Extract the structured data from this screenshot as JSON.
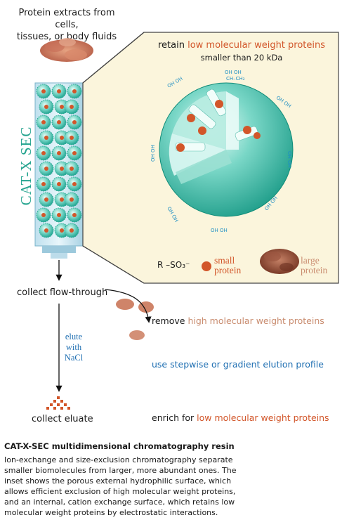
{
  "source": {
    "line1": "Protein extracts from cells,",
    "line2": "tissues, or body fluids"
  },
  "column": {
    "label": "CAT-X SEC"
  },
  "inset": {
    "title_prefix": "retain ",
    "title_highlight": "low molecular weight proteins",
    "subtitle": "smaller than 20 kDa",
    "legend": {
      "group_label": "R –SO₃⁻",
      "small_line1": "small",
      "small_line2": "protein",
      "large_line1": "large",
      "large_line2": "protein"
    }
  },
  "flow": {
    "collect_flow_through": "collect flow-through",
    "elute_line1": "elute",
    "elute_line2": "with",
    "elute_line3": "NaCl",
    "collect_eluate": "collect eluate"
  },
  "notes": {
    "remove_prefix": "remove ",
    "remove_highlight": "high molecular weight proteins",
    "gradient": "use stepwise or gradient elution profile",
    "enrich_prefix": "enrich for ",
    "enrich_highlight": "low molecular weight proteins"
  },
  "caption": {
    "title": "CAT-X-SEC multidimensional chromatography resin",
    "line1": "Ion-exchange and size-exclusion chromatography separate",
    "line2": "smaller biomolecules from larger, more abundant ones. The",
    "line3": "inset shows the porous external hydrophilic surface, which",
    "line4": "allows efficient exclusion of high molecular weight proteins,",
    "line5": "and an internal, cation exchange surface, which retains low",
    "line6": "molecular weight proteins by electrostatic interactions."
  },
  "colors": {
    "orange": "#d2562a",
    "tan": "#c98c6f",
    "blue": "#1f6fb2",
    "teal": "#2fb7a4",
    "inset_bg": "#fbf5dc"
  }
}
